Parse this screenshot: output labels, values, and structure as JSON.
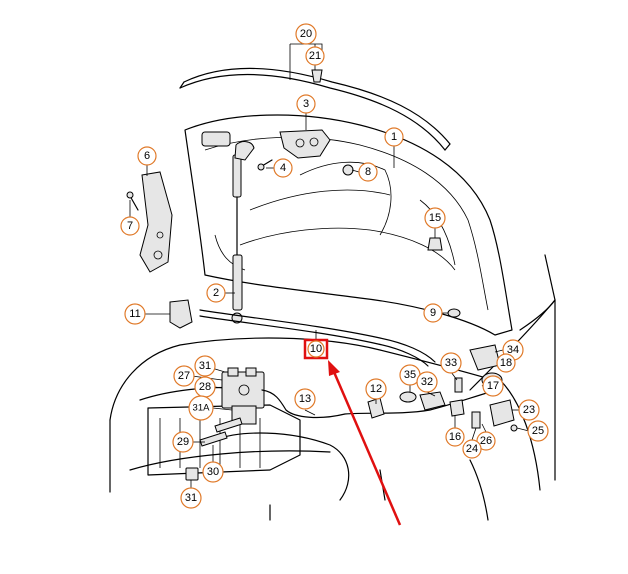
{
  "diagram": {
    "type": "exploded-parts-view",
    "subject": "bonnet / hood assembly",
    "highlighted_callout": "10",
    "arrow_color": "#e01010",
    "callout_color": "#e07a2a"
  },
  "callouts": [
    {
      "id": "c-20",
      "label": "20"
    },
    {
      "id": "c-21",
      "label": "21"
    },
    {
      "id": "c-3",
      "label": "3"
    },
    {
      "id": "c-1",
      "label": "1"
    },
    {
      "id": "c-6",
      "label": "6"
    },
    {
      "id": "c-4",
      "label": "4"
    },
    {
      "id": "c-8",
      "label": "8"
    },
    {
      "id": "c-7",
      "label": "7"
    },
    {
      "id": "c-15",
      "label": "15"
    },
    {
      "id": "c-2",
      "label": "2"
    },
    {
      "id": "c-9",
      "label": "9"
    },
    {
      "id": "c-11",
      "label": "11"
    },
    {
      "id": "c-10",
      "label": "10"
    },
    {
      "id": "c-34",
      "label": "34"
    },
    {
      "id": "c-31-top",
      "label": "31"
    },
    {
      "id": "c-27",
      "label": "27"
    },
    {
      "id": "c-28",
      "label": "28"
    },
    {
      "id": "c-33",
      "label": "33"
    },
    {
      "id": "c-35",
      "label": "35"
    },
    {
      "id": "c-32",
      "label": "32"
    },
    {
      "id": "c-17",
      "label": "17"
    },
    {
      "id": "c-18",
      "label": "18"
    },
    {
      "id": "c-12",
      "label": "12"
    },
    {
      "id": "c-13",
      "label": "13"
    },
    {
      "id": "c-31A",
      "label": "31A"
    },
    {
      "id": "c-23",
      "label": "23"
    },
    {
      "id": "c-29",
      "label": "29"
    },
    {
      "id": "c-16",
      "label": "16"
    },
    {
      "id": "c-26",
      "label": "26"
    },
    {
      "id": "c-25",
      "label": "25"
    },
    {
      "id": "c-24",
      "label": "24"
    },
    {
      "id": "c-30",
      "label": "30"
    },
    {
      "id": "c-31-bottom",
      "label": "31"
    }
  ]
}
